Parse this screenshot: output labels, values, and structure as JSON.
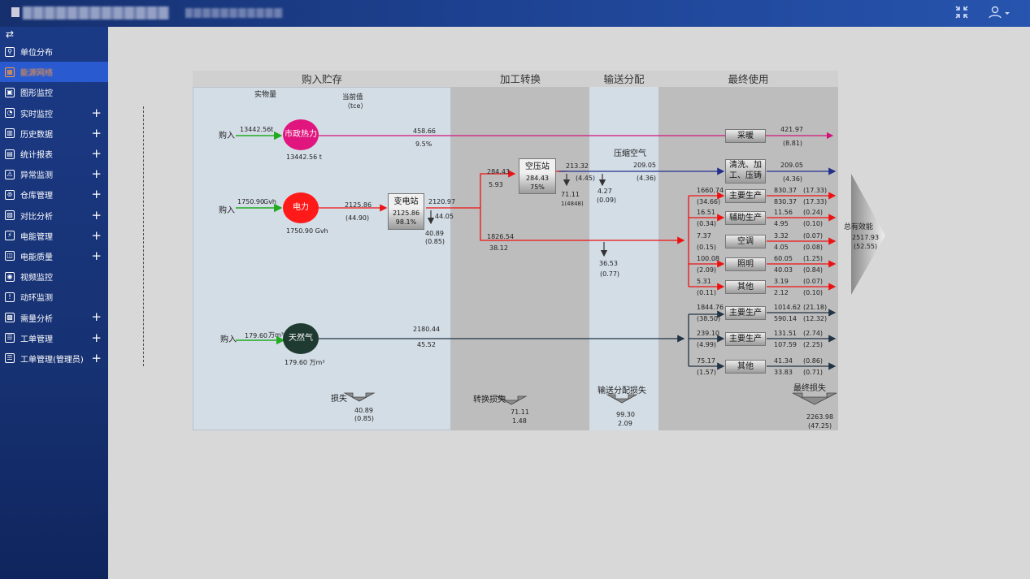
{
  "header": {
    "right_icons": [
      "shrink-icon",
      "user-icon"
    ]
  },
  "sidebar": {
    "toggle": "⇄",
    "items": [
      {
        "label": "单位分布",
        "icon": "location-icon",
        "plus": false
      },
      {
        "label": "能源网络",
        "icon": "network-icon",
        "plus": false,
        "active": true
      },
      {
        "label": "图形监控",
        "icon": "monitor-icon",
        "plus": false
      },
      {
        "label": "实时监控",
        "icon": "realtime-icon",
        "plus": true
      },
      {
        "label": "历史数据",
        "icon": "history-icon",
        "plus": true
      },
      {
        "label": "统计报表",
        "icon": "report-icon",
        "plus": true
      },
      {
        "label": "异常监测",
        "icon": "alert-icon",
        "plus": true
      },
      {
        "label": "仓库管理",
        "icon": "warehouse-icon",
        "plus": true
      },
      {
        "label": "对比分析",
        "icon": "compare-icon",
        "plus": true
      },
      {
        "label": "电能管理",
        "icon": "power-icon",
        "plus": true
      },
      {
        "label": "电能质量",
        "icon": "quality-icon",
        "plus": true
      },
      {
        "label": "视频监控",
        "icon": "camera-icon",
        "plus": false
      },
      {
        "label": "动环监测",
        "icon": "env-icon",
        "plus": false
      },
      {
        "label": "需量分析",
        "icon": "demand-icon",
        "plus": true
      },
      {
        "label": "工单管理",
        "icon": "order-icon",
        "plus": true
      },
      {
        "label": "工单管理(管理员)",
        "icon": "order-admin-icon",
        "plus": true
      }
    ]
  },
  "diagram": {
    "sections": [
      "购入贮存",
      "加工转换",
      "输送分配",
      "最终使用"
    ],
    "col_labels": {
      "physical": "实物量",
      "equivalent": "当前值",
      "unit": "（tce）"
    },
    "sources": [
      {
        "name": "市政热力",
        "color": "#e0157e",
        "buy_label": "购入",
        "buy_value": "13442.56",
        "buy_unit": "t",
        "below": "13442.56  t"
      },
      {
        "name": "电力",
        "color": "#ff1a1a",
        "buy_label": "购入",
        "buy_value": "1750.90",
        "buy_unit": "Gvh",
        "below": "1750.90    Gvh"
      },
      {
        "name": "天然气",
        "color": "#1f3a30",
        "buy_label": "购入",
        "buy_value": "179.60",
        "buy_unit": "万m³",
        "below": "179.60  万m³"
      }
    ],
    "flows": {
      "heat_a": "458.66",
      "heat_b": "9.5%",
      "elec_a": "2125.86",
      "elec_b": "(44.90)",
      "sub_name": "变电站",
      "sub_a": "2125.86",
      "sub_b": "98.1%",
      "sub_out": "2120.97",
      "sub_loss": "44.05",
      "sub_loss_a": "40.89",
      "sub_loss_b": "(0.85)",
      "comp_in_a": "284.43",
      "comp_in_b": "5.93",
      "comp_name": "空压站",
      "comp_a": "284.43",
      "comp_b": "75%",
      "comp_out_a": "213.32",
      "comp_out_b": "(4.45)",
      "comp_loss_a": "71.11",
      "comp_loss_b": "1(4848)",
      "air_label": "压缩空气",
      "air_a": "209.05",
      "air_b": "(4.36)",
      "air_loss_a": "4.27",
      "air_loss_b": "(0.09)",
      "elec_main_a": "1826.54",
      "elec_main_b": "38.12",
      "dist_loss_a": "36.53",
      "dist_loss_b": "(0.77)",
      "gas_a": "2180.44",
      "gas_b": "45.52"
    },
    "uses": [
      {
        "name": "采暖",
        "in_a": "",
        "in_b": "",
        "out_a": "421.97",
        "out_b": "(8.81)"
      },
      {
        "name": "清洗、加工、压铸",
        "in_a": "",
        "in_b": "",
        "out_a": "209.05",
        "out_b": "(4.36)"
      },
      {
        "name": "主要生产",
        "in_a": "1660.74",
        "in_b": "(34.66)",
        "out_a": "830.37",
        "out_b": "(17.33)",
        "out_c": "830.37",
        "out_d": "(17.33)"
      },
      {
        "name": "辅助生产",
        "in_a": "16.51",
        "in_b": "(0.34)",
        "out_a": "11.56",
        "out_b": "(0.24)",
        "out_c": "4.95",
        "out_d": "(0.10)"
      },
      {
        "name": "空调",
        "in_a": "7.37",
        "in_b": "(0.15)",
        "out_a": "3.32",
        "out_b": "(0.07)",
        "out_c": "4.05",
        "out_d": "(0.08)"
      },
      {
        "name": "照明",
        "in_a": "100.08",
        "in_b": "(2.09)",
        "out_a": "60.05",
        "out_b": "(1.25)",
        "out_c": "40.03",
        "out_d": "(0.84)"
      },
      {
        "name": "其他",
        "in_a": "5.31",
        "in_b": "(0.11)",
        "out_a": "3.19",
        "out_b": "(0.07)",
        "out_c": "2.12",
        "out_d": "(0.10)"
      },
      {
        "name": "主要生产",
        "in_a": "1844.76",
        "in_b": "(38.50)",
        "out_a": "1014.62",
        "out_b": "(21.18)",
        "out_c": "590.14",
        "out_d": "(12.32)"
      },
      {
        "name": "主要生产",
        "in_a": "239.10",
        "in_b": "(4.99)",
        "out_a": "131.51",
        "out_b": "(2.74)",
        "out_c": "107.59",
        "out_d": "(2.25)"
      },
      {
        "name": "其他",
        "in_a": "75.17",
        "in_b": "(1.57)",
        "out_a": "41.34",
        "out_b": "(0.86)",
        "out_c": "33.83",
        "out_d": "(0.71)"
      }
    ],
    "total": {
      "label": "总有效能",
      "a": "2517.93",
      "b": "(52.55)"
    },
    "losses": [
      {
        "label": "损失",
        "a": "40.89",
        "b": "(0.85)"
      },
      {
        "label": "转换损失",
        "a": "71.11",
        "b": "1.48"
      },
      {
        "label": "输送分配损失",
        "a": "99.30",
        "b": "2.09"
      },
      {
        "label": "最终损失",
        "a": "2263.98",
        "b": "(47.25)"
      }
    ]
  }
}
